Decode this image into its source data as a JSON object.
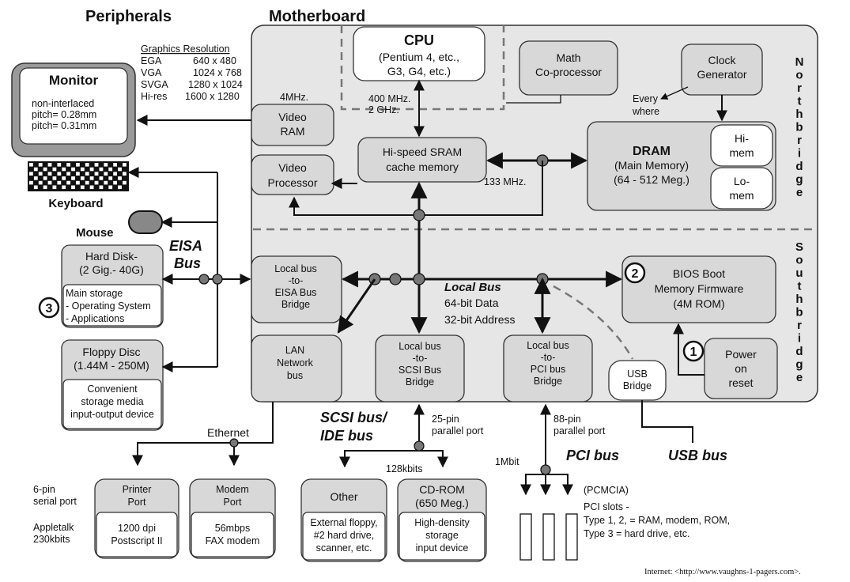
{
  "headings": {
    "peripherals": "Peripherals",
    "motherboard": "Motherboard"
  },
  "graphics": {
    "title": "Graphics Resolution",
    "rows": [
      [
        "EGA",
        "640 x 480"
      ],
      [
        "VGA",
        "1024 x 768"
      ],
      [
        "SVGA",
        "1280 x 1024"
      ],
      [
        "Hi-res",
        "1600 x 1280"
      ]
    ]
  },
  "monitor": {
    "title": "Monitor",
    "lines": [
      "non-interlaced",
      "pitch= 0.28mm",
      "pitch= 0.31mm"
    ]
  },
  "keyboard": "Keyboard",
  "mouse": "Mouse",
  "eisa_bus": [
    "EISA",
    "Bus"
  ],
  "hard_disk": {
    "title": [
      "Hard Disk-",
      "(2 Gig.- 40G)"
    ],
    "body": [
      "Main storage",
      "- Operating System",
      "- Applications"
    ],
    "num": "3"
  },
  "floppy": {
    "title": [
      "Floppy Disc",
      "(1.44M - 250M)"
    ],
    "body": [
      "Convenient",
      "storage media",
      "input-output device"
    ]
  },
  "cpu": {
    "title": "CPU",
    "lines": [
      "(Pentium 4, etc.,",
      "G3, G4, etc.)"
    ]
  },
  "math": [
    "Math",
    "Co-processor"
  ],
  "clock": [
    "Clock",
    "Generator"
  ],
  "every_where": [
    "Every",
    "where"
  ],
  "freq_cpu": [
    "400 MHz.",
    "2 GHz."
  ],
  "freq_vram": "4MHz.",
  "freq_cache": "133 MHz.",
  "video_ram": [
    "Video",
    "RAM"
  ],
  "video_proc": [
    "Video",
    "Processor"
  ],
  "sram": [
    "Hi-speed SRAM",
    "cache memory"
  ],
  "dram": {
    "title": "DRAM",
    "lines": [
      "(Main Memory)",
      "(64 - 512 Meg.)"
    ]
  },
  "himem": [
    "Hi-",
    "mem"
  ],
  "lomem": [
    "Lo-",
    "mem"
  ],
  "northbridge": "Northbridge",
  "southbridge": "Southbridge",
  "eisa_bridge": [
    "Local bus",
    "-to-",
    "EISA Bus",
    "Bridge"
  ],
  "local_bus": {
    "title": "Local Bus",
    "lines": [
      "64-bit Data",
      "32-bit Address"
    ]
  },
  "bios": {
    "num": "2",
    "lines": [
      "BIOS Boot",
      "Memory Firmware",
      "(4M ROM)"
    ]
  },
  "power": {
    "num": "1",
    "lines": [
      "Power",
      "on",
      "reset"
    ]
  },
  "lan": [
    "LAN",
    "Network",
    "bus"
  ],
  "scsi_bridge": [
    "Local bus",
    "-to-",
    "SCSI Bus",
    "Bridge"
  ],
  "pci_bridge": [
    "Local bus",
    "-to-",
    "PCI bus",
    "Bridge"
  ],
  "usb_bridge": [
    "USB",
    "Bridge"
  ],
  "ethernet": "Ethernet",
  "scsi_bus": [
    "SCSI bus/",
    "IDE bus"
  ],
  "port25": [
    "25-pin",
    "parallel port"
  ],
  "port88": [
    "88-pin",
    "parallel port"
  ],
  "pci_bus": "PCI bus",
  "usb_bus": "USB bus",
  "kbits128": "128kbits",
  "mbit1": "1Mbit",
  "serial": [
    "6-pin",
    "serial port"
  ],
  "appletalk": [
    "Appletalk",
    "230kbits"
  ],
  "printer": {
    "title": [
      "Printer",
      "Port"
    ],
    "body": [
      "1200 dpi",
      "Postscript II"
    ]
  },
  "modem": {
    "title": [
      "Modem",
      "Port"
    ],
    "body": [
      "56mbps",
      "FAX modem"
    ]
  },
  "other": {
    "title": [
      "Other"
    ],
    "body": [
      "External floppy,",
      "#2 hard drive,",
      "scanner, etc."
    ]
  },
  "cdrom": {
    "title": [
      "CD-ROM",
      "(650 Meg.)"
    ],
    "body": [
      "High-density",
      "storage",
      "input device"
    ]
  },
  "pcmcia": "(PCMCIA)",
  "pci_slots": [
    "PCI slots -",
    "Type 1, 2, = RAM, modem, ROM,",
    "Type 3 = hard drive, etc."
  ],
  "source": "Internet: <http://www.vaughns-1-pagers.com>.",
  "colors": {
    "box_fill": "#d8d8d8",
    "board_fill": "#e6e6e6",
    "ink": "#111111"
  }
}
